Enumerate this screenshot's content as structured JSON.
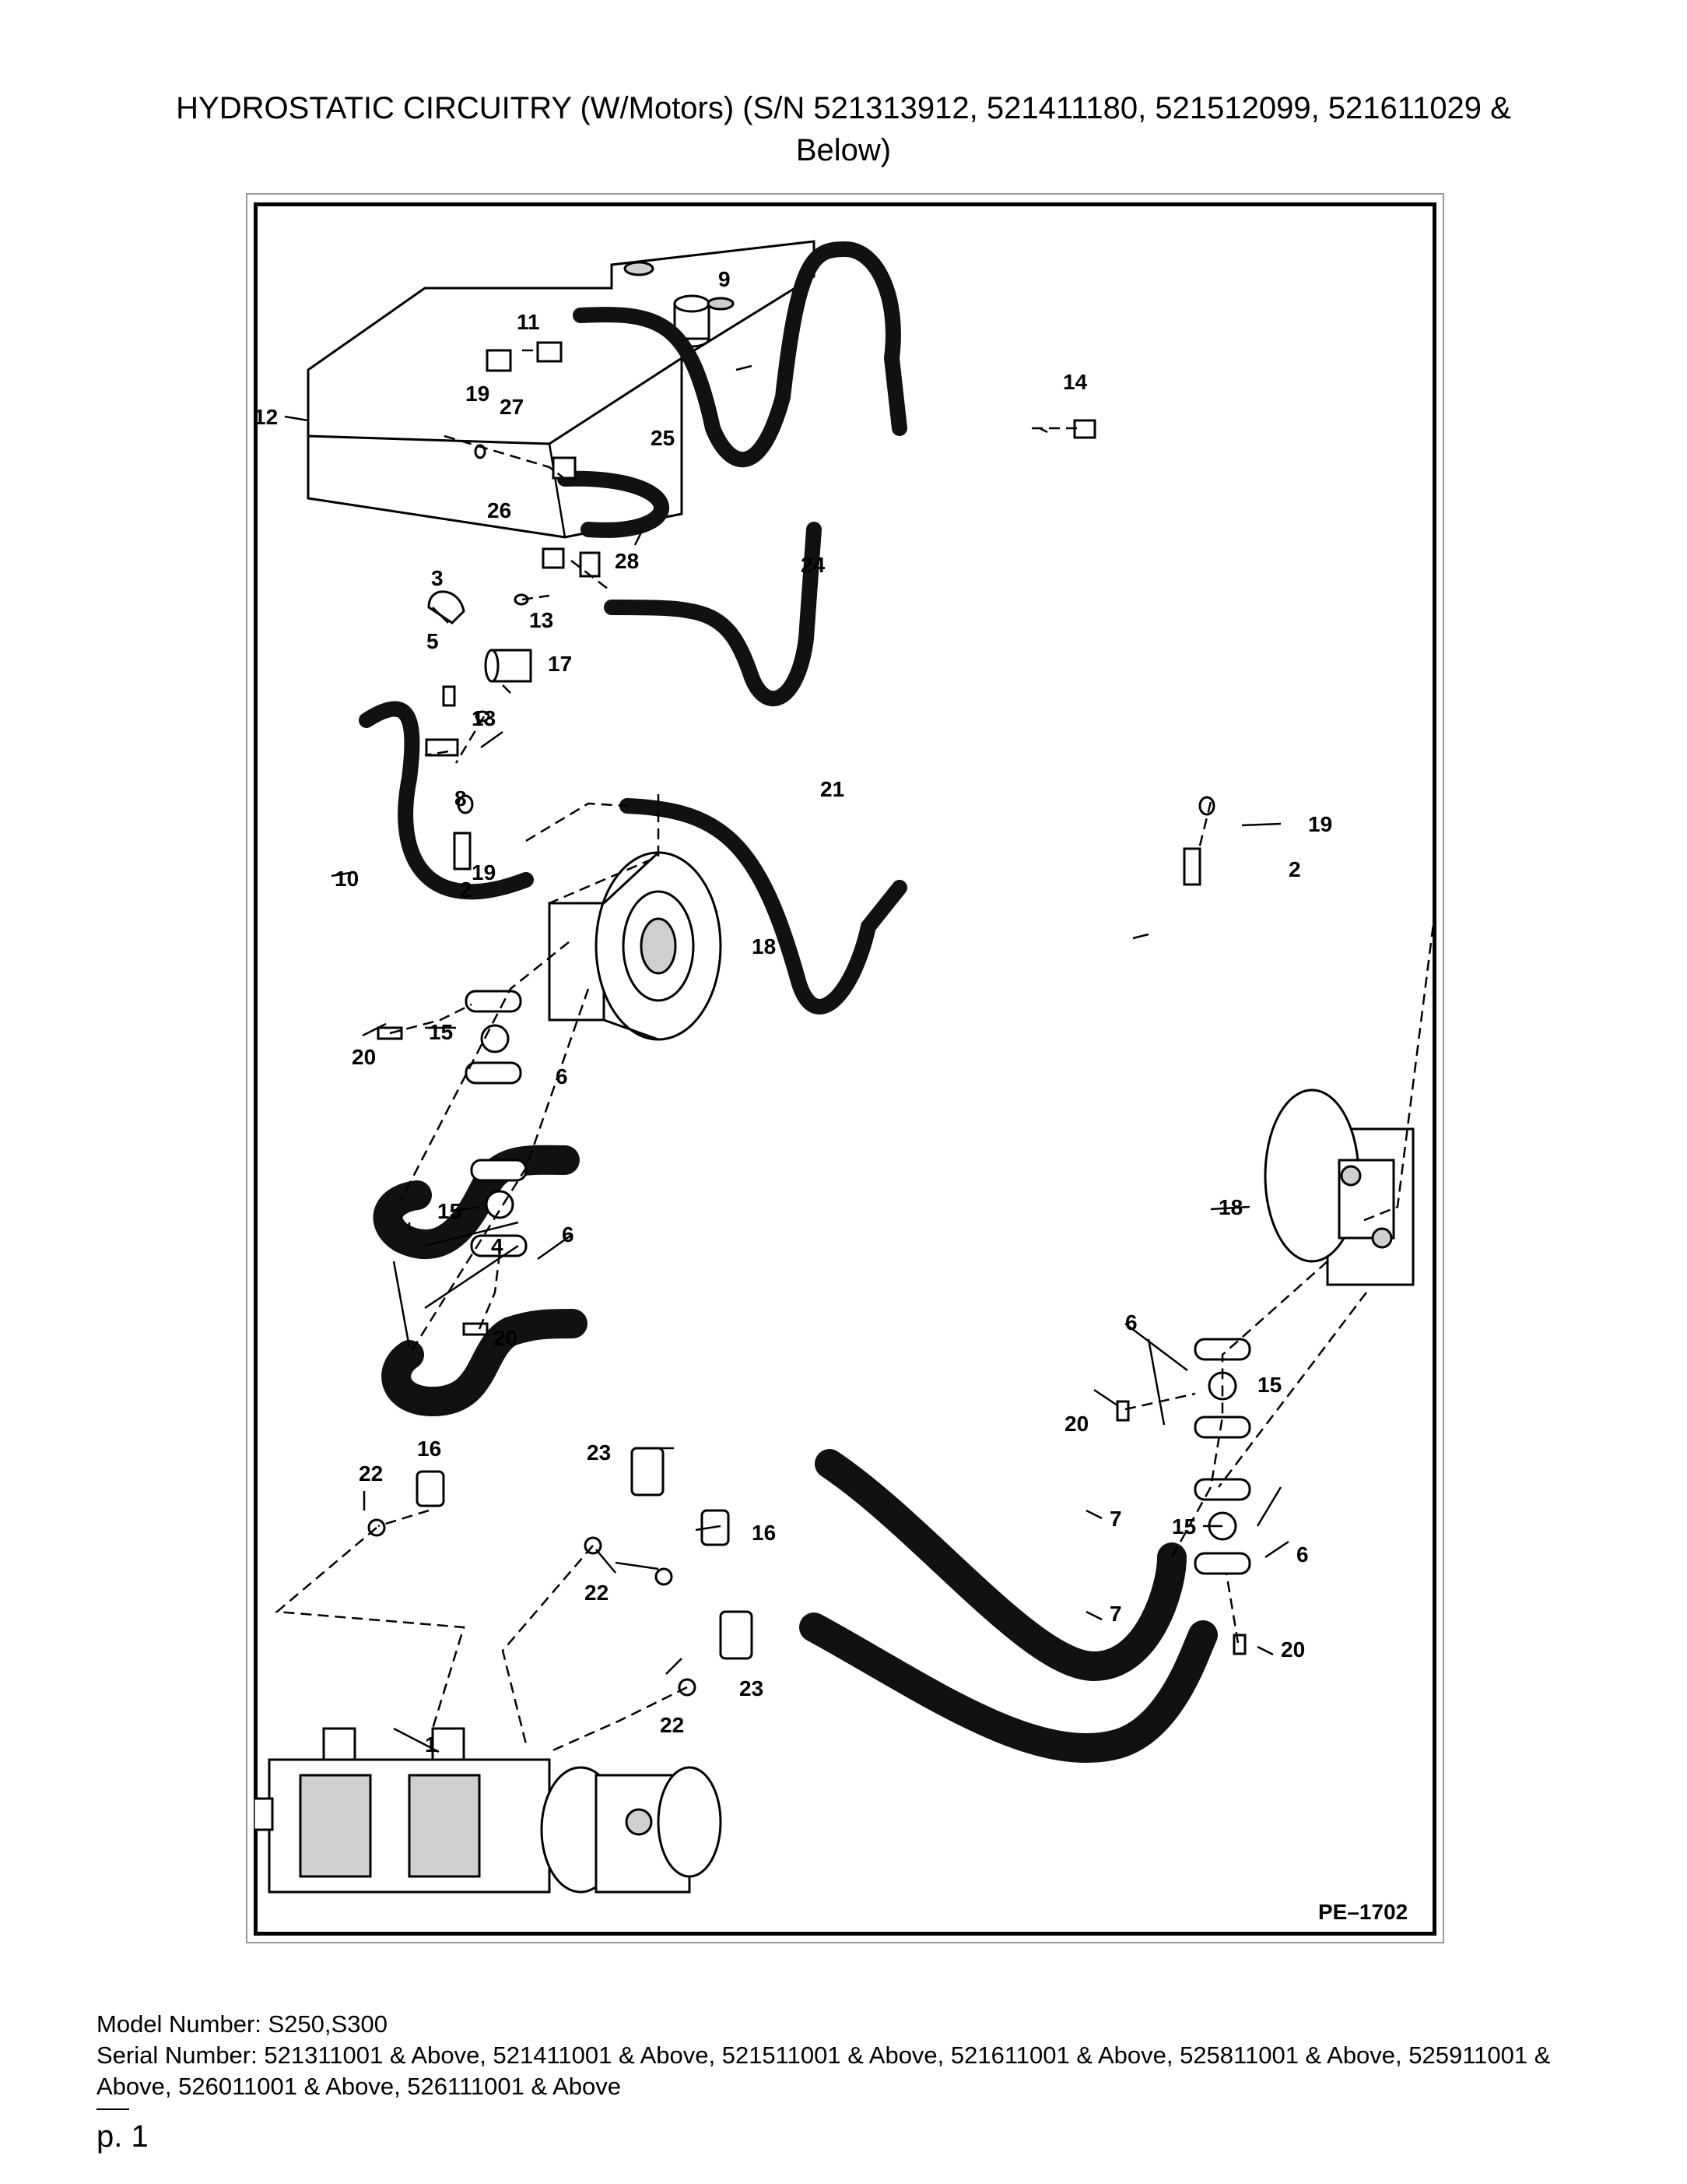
{
  "title_line1": "HYDROSTATIC CIRCUITRY (W/Motors) (S/N 521313912, 521411180, 521512099, 521611029 &",
  "title_line2": "Below)",
  "diagram": {
    "id": "PE–1702",
    "callouts": {
      "c1": "1",
      "c2a": "2",
      "c2b": "2",
      "c3": "3",
      "c4": "4",
      "c5": "5",
      "c6a": "6",
      "c6b": "6",
      "c6c": "6",
      "c6d": "6",
      "c7a": "7",
      "c7b": "7",
      "c8": "8",
      "c9": "9",
      "c10": "10",
      "c11": "11",
      "c12": "12",
      "c13a": "13",
      "c13b": "13",
      "c14": "14",
      "c15a": "15",
      "c15b": "15",
      "c15c": "15",
      "c15d": "15",
      "c16a": "16",
      "c16b": "16",
      "c17": "17",
      "c18a": "18",
      "c18b": "18",
      "c19a": "19",
      "c19b": "19",
      "c19c": "19",
      "c20a": "20",
      "c20b": "20",
      "c20c": "20",
      "c20d": "20",
      "c21": "21",
      "c22a": "22",
      "c22b": "22",
      "c22c": "22",
      "c23a": "23",
      "c23b": "23",
      "c24": "24",
      "c25": "25",
      "c26": "26",
      "c27": "27",
      "c28": "28"
    }
  },
  "model_line": "Model Number: S250,S300",
  "serial_line": "Serial Number: 521311001 & Above, 521411001 & Above, 521511001 & Above, 521611001 & Above, 525811001 & Above, 525911001 & Above, 526011001 & Above, 526111001 & Above",
  "page_label": "p. 1"
}
